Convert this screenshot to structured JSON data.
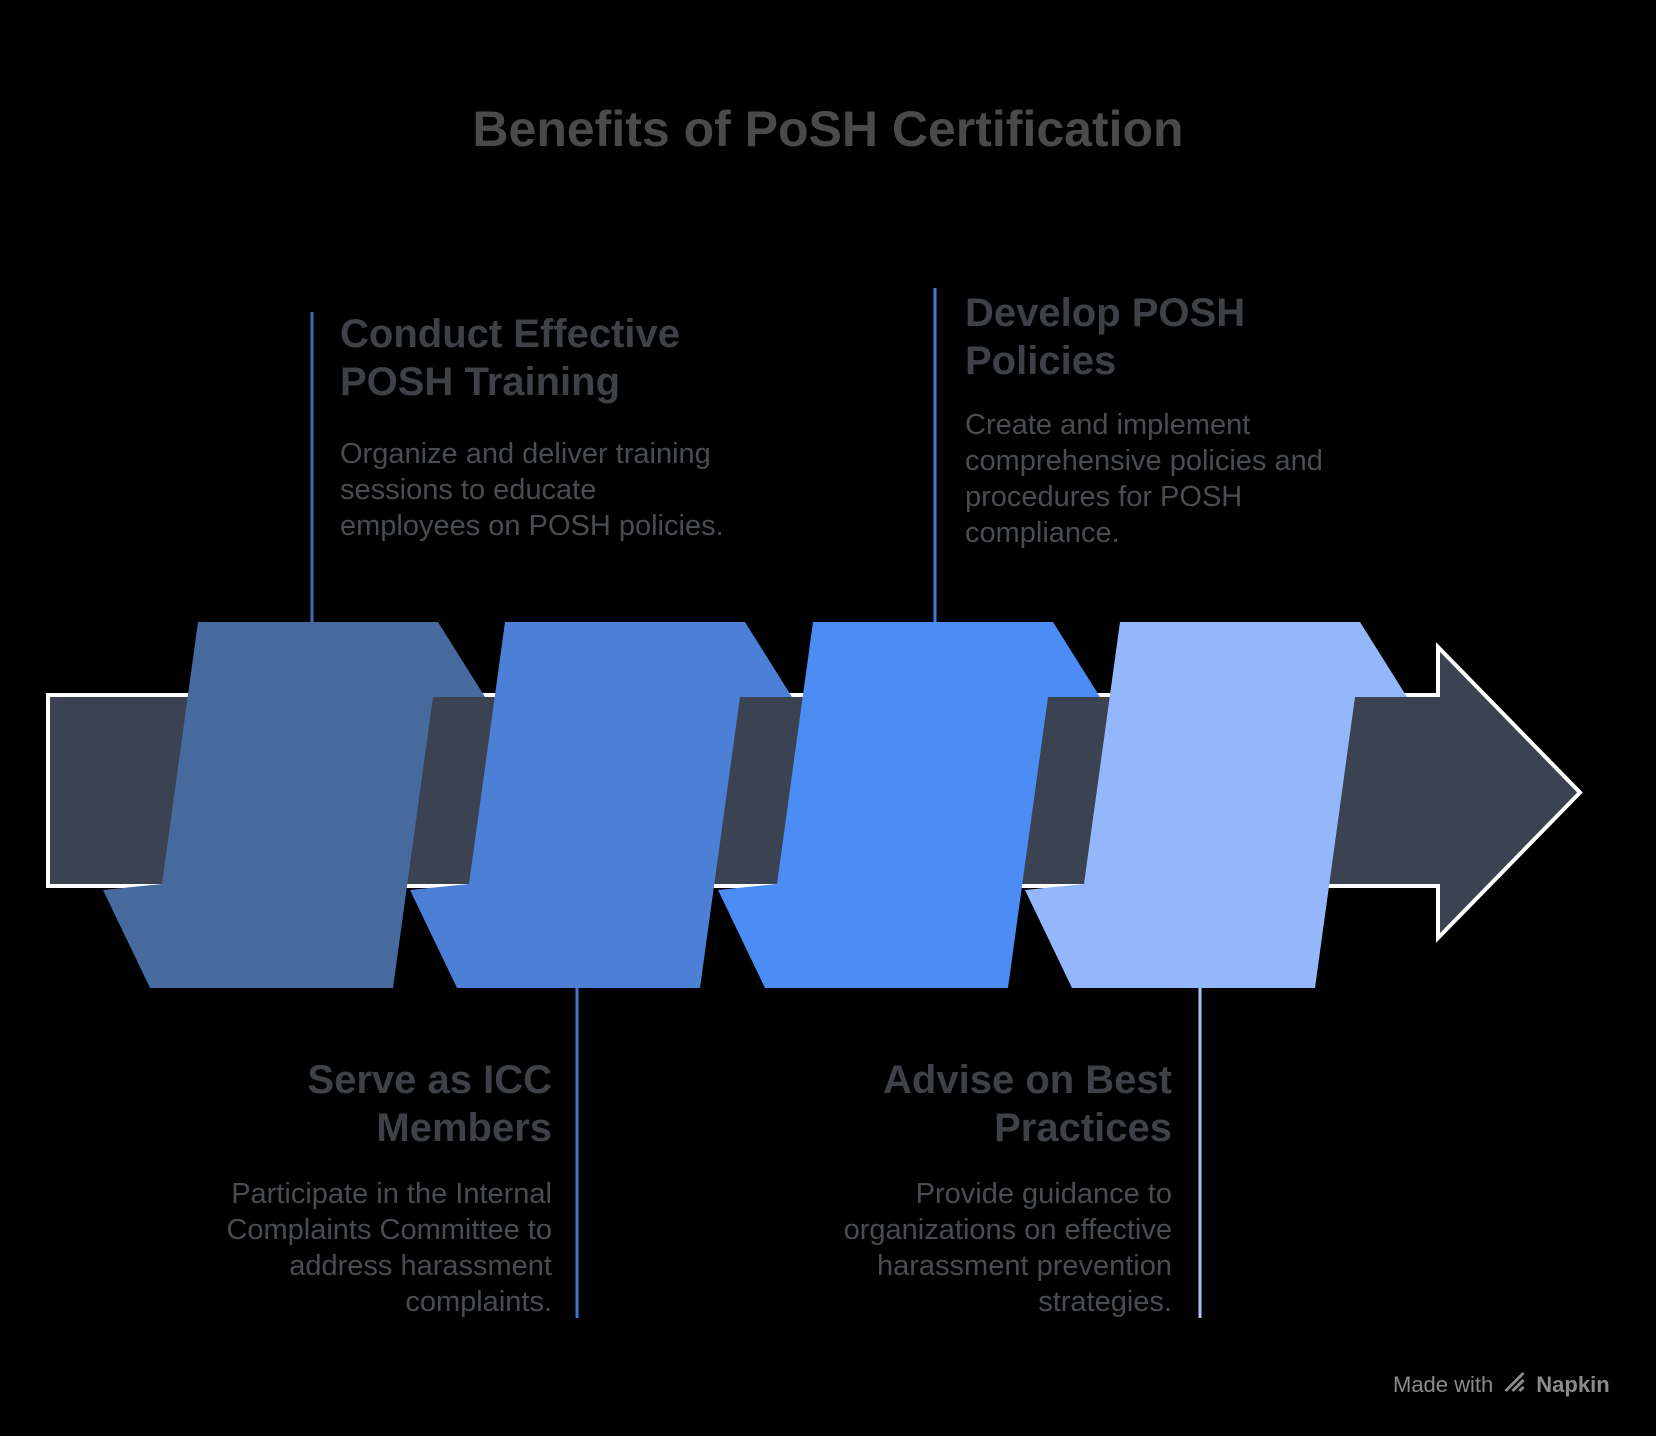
{
  "title": "Benefits of PoSH Certification",
  "theme": {
    "bg_color": "#000000",
    "title_color": "#4A4A4A",
    "heading_color": "#3E4145",
    "body_color": "#494C50",
    "footer_color": "#8B8B8D"
  },
  "arrow": {
    "fill": "#3B4252",
    "stroke": "#FFFFFF"
  },
  "ribbons": [
    {
      "label": "step-1",
      "color": "#46699E"
    },
    {
      "label": "step-2",
      "color": "#4C7FD6"
    },
    {
      "label": "step-3",
      "color": "#4B8DF5"
    },
    {
      "label": "step-4",
      "color": "#93B7FA"
    }
  ],
  "connectors": [
    {
      "color": "#3E6CB5"
    },
    {
      "color": "#3D7BE1"
    },
    {
      "color": "#4473CE"
    },
    {
      "color": "#A9C7F8"
    }
  ],
  "blocks": [
    {
      "heading_lines": [
        "Conduct Effective",
        "POSH Training"
      ],
      "body_lines": [
        "Organize and deliver training",
        "sessions to educate",
        "employees on POSH policies."
      ]
    },
    {
      "heading_lines": [
        "Develop POSH",
        "Policies"
      ],
      "body_lines": [
        "Create and implement",
        "comprehensive policies and",
        "procedures for POSH",
        "compliance."
      ]
    },
    {
      "heading_lines": [
        "Serve as ICC",
        "Members"
      ],
      "body_lines": [
        "Participate in the Internal",
        "Complaints Committee to",
        "address harassment",
        "complaints."
      ]
    },
    {
      "heading_lines": [
        "Advise on Best",
        "Practices"
      ],
      "body_lines": [
        "Provide guidance to",
        "organizations on effective",
        "harassment prevention",
        "strategies."
      ]
    }
  ],
  "footer": {
    "made_with": "Made with",
    "brand": "Napkin"
  }
}
